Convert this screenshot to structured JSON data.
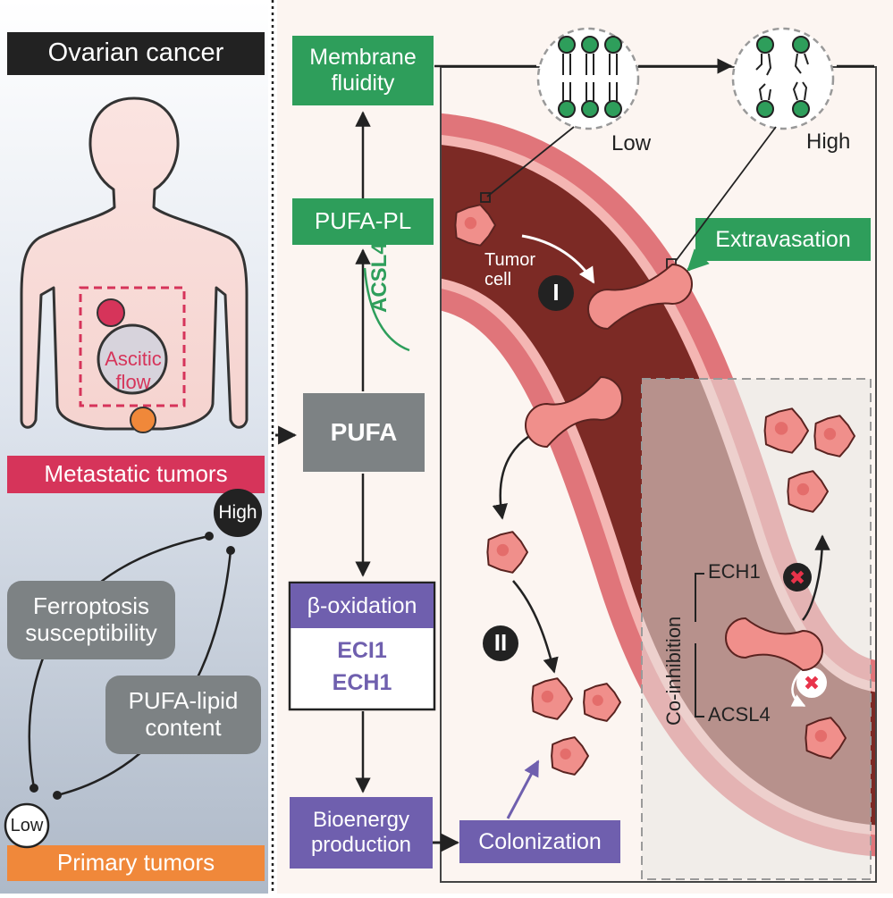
{
  "left_panel": {
    "title": "Ovarian cancer",
    "body_label_1": "Ascitic",
    "body_label_2": "flow",
    "metastatic_label": "Metastatic tumors",
    "primary_label": "Primary tumors",
    "high_label": "High",
    "low_label": "Low",
    "ferroptosis_label": "Ferroptosis susceptibility",
    "pufa_lipid_label": "PUFA-lipid content"
  },
  "pathway": {
    "membrane_fluidity": "Membrane fluidity",
    "pufa_pl": "PUFA-PL",
    "acsl4": "ACSL4",
    "pufa": "PUFA",
    "beta_oxidation": "β-oxidation",
    "eci1": "ECI1",
    "ech1": "ECH1",
    "bioenergy": "Bioenergy production",
    "colonization": "Colonization"
  },
  "vessel": {
    "low_label": "Low",
    "high_label": "High",
    "tumor_cell_label": "Tumor cell",
    "extravasation_label": "Extravasation",
    "step_1": "I",
    "step_2": "II",
    "coinhibition_label": "Co-inhibition",
    "ech1_label": "ECH1",
    "acsl4_label": "ACSL4"
  },
  "colors": {
    "green": "#2e9e5b",
    "purple": "#6f5fae",
    "gray_box": "#7d8284",
    "red": "#d6345a",
    "orange": "#f0883a",
    "vessel_dark": "#7c2a25",
    "vessel_light": "#e0757a",
    "cell": "#f08f8b"
  }
}
